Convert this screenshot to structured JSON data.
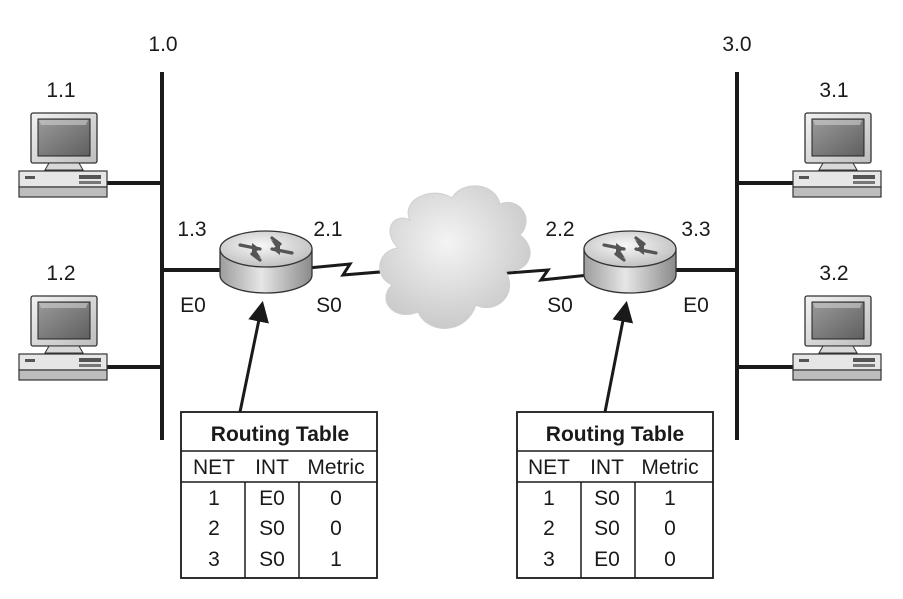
{
  "networks": {
    "left": "1.0",
    "right": "3.0"
  },
  "hosts": {
    "h11": "1.1",
    "h12": "1.2",
    "h31": "3.1",
    "h32": "3.2"
  },
  "routers": {
    "left": {
      "e0_addr": "1.3",
      "s0_addr": "2.1",
      "e0_label": "E0",
      "s0_label": "S0"
    },
    "right": {
      "s0_addr": "2.2",
      "e0_addr": "3.3",
      "s0_label": "S0",
      "e0_label": "E0"
    }
  },
  "tables": {
    "left": {
      "title": "Routing Table",
      "headers": [
        "NET",
        "INT",
        "Metric"
      ],
      "rows": [
        [
          "1",
          "E0",
          "0"
        ],
        [
          "2",
          "S0",
          "0"
        ],
        [
          "3",
          "S0",
          "1"
        ]
      ]
    },
    "right": {
      "title": "Routing Table",
      "headers": [
        "NET",
        "INT",
        "Metric"
      ],
      "rows": [
        [
          "1",
          "S0",
          "1"
        ],
        [
          "2",
          "S0",
          "0"
        ],
        [
          "3",
          "E0",
          "0"
        ]
      ]
    }
  }
}
